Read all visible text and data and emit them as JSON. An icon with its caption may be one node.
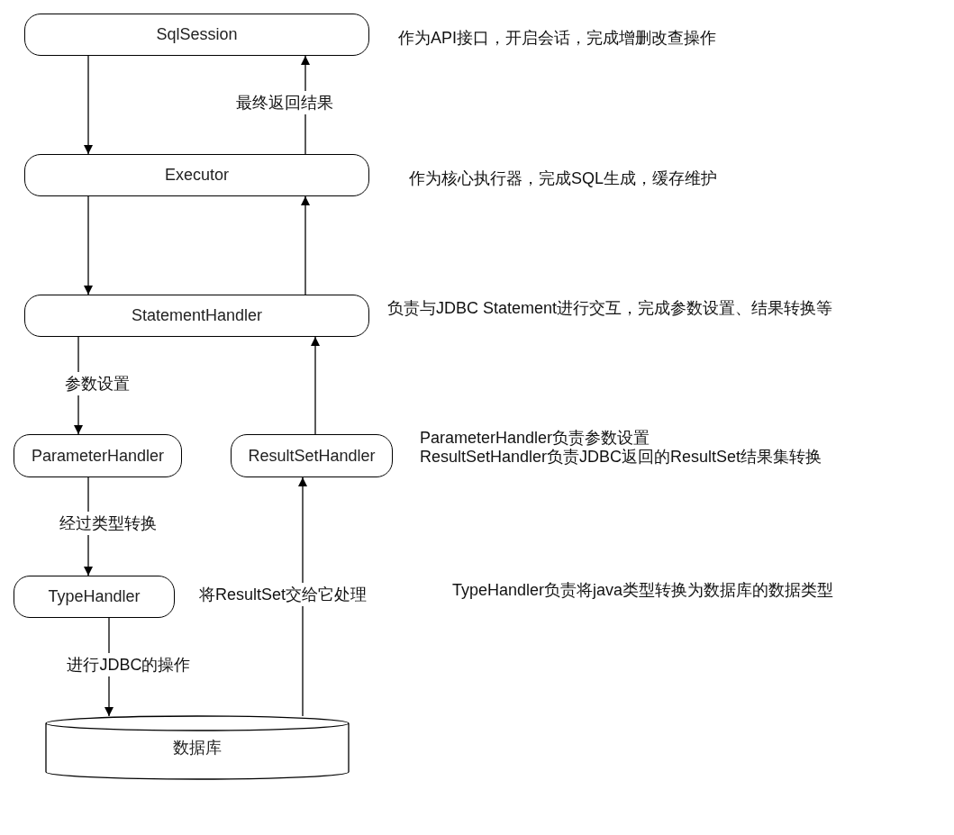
{
  "diagram": {
    "nodes": [
      {
        "text": [
          "SqlSession"
        ],
        "beside": [
          "作为API接口，开启会话，完成增删改查操作"
        ]
      },
      {
        "text": [
          "Executor"
        ],
        "beside": [
          "作为核心执行器，完成SQL生成，缓存维护"
        ]
      },
      {
        "text": [
          "StatementHandler"
        ],
        "beside": [
          "负责与JDBC Statement进行交互，完成参数设置、结果转换等"
        ]
      },
      {
        "text": [
          "ParameterHandler"
        ]
      },
      {
        "text": [
          "ResultSetHandler"
        ],
        "beside": [
          "ParameterHandler负责参数设置",
          "ResultSetHandler负责JDBC返回的ResultSet结果集转换"
        ]
      },
      {
        "text": [
          "TypeHandler"
        ]
      },
      {
        "text": [
          "数据库"
        ]
      }
    ],
    "edges": [
      {
        "from": 0,
        "to": 1,
        "arrow": "to"
      },
      {
        "from": 1,
        "to": 0,
        "arrow": "to",
        "label": "最终返回结果"
      },
      {
        "from": 1,
        "to": 2,
        "arrow": "to"
      },
      {
        "from": 2,
        "to": 1,
        "arrow": "to"
      },
      {
        "from": 2,
        "to": 3,
        "arrow": "to",
        "label": "参数设置"
      },
      {
        "from": 4,
        "to": 2,
        "arrow": "to"
      },
      {
        "from": 3,
        "to": 5,
        "arrow": "to",
        "label": "经过类型转换"
      },
      {
        "from": 5,
        "to": 6,
        "arrow": "to",
        "label": "进行JDBC的操作"
      },
      {
        "from": 6,
        "to": 4,
        "arrow": "to",
        "label": "将ResultSet交给它处理"
      }
    ],
    "labels": [
      "TypeHandler负责将java类型转换为数据库的数据类型"
    ]
  }
}
